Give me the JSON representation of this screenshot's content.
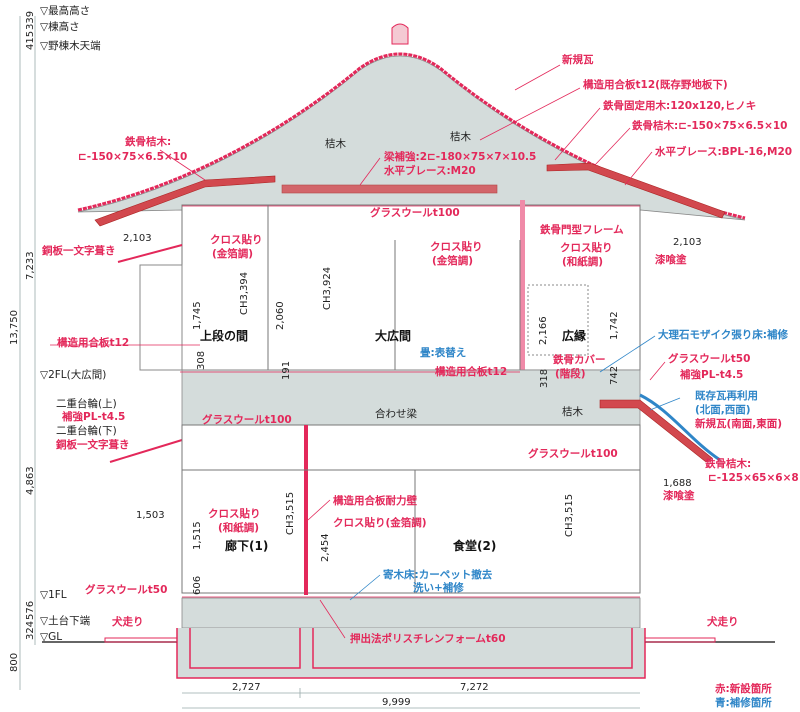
{
  "levels": {
    "top": "▽最高高さ",
    "ridge": "▽棟高さ",
    "rafter_top": "▽野棟木天端",
    "fl2": "▽2FL(大広間)",
    "fl1": "▽1FL",
    "sill": "▽土台下端",
    "gl": "▽GL"
  },
  "dims": {
    "d415": "415",
    "d339": "339",
    "d7233": "7,233",
    "d13750": "13,750",
    "d4863": "4,863",
    "d324": "324",
    "d576": "576",
    "d800": "800",
    "eave_left": "2,103",
    "eave_right": "2,103",
    "d1745": "1,745",
    "ch3394": "CH3,394",
    "d2060": "2,060",
    "ch3924": "CH3,924",
    "d2166": "2,166",
    "d1742": "1,742",
    "d308": "308",
    "d191": "191",
    "d318": "318",
    "d742": "742",
    "d1688": "1,688",
    "d1503": "1,503",
    "d1515": "1,515",
    "ch3515a": "CH3,515",
    "d2454": "2,454",
    "ch3515b": "CH3,515",
    "d606": "606",
    "d2727": "2,727",
    "d7272": "7,272",
    "d9999": "9,999"
  },
  "rooms": {
    "jodan": "上段の間",
    "ohiroma": "大広間",
    "hiroen": "広縁",
    "awase": "合わせ梁",
    "hanegi1": "桔木",
    "hanegi2": "桔木",
    "hanegi3": "桔木",
    "roka": "廊下(1)",
    "shokudo": "食堂(2)"
  },
  "new_notes": {
    "steel_hanegi_left_1": "鉄骨桔木:",
    "steel_hanegi_left_2": "⊏-150×75×6.5×10",
    "beam_reinf_1": "梁補強:2⊏-180×75×7×10.5",
    "beam_reinf_2": "水平ブレース:M20",
    "new_tile": "新規瓦",
    "plywood_roof": "構造用合板t12(既存野地板下)",
    "fix_wood": "鉄骨固定用木:120x120,ヒノキ",
    "steel_hanegi_right": "鉄骨桔木:⊏-150×75×6.5×10",
    "h_brace": "水平ブレース:BPL-16,M20",
    "gw_roof": "グラスウールt100",
    "copper_upper": "銅板一文字葺き",
    "cloth_gold_1a": "クロス貼り",
    "cloth_gold_1b": "(金箔調)",
    "cloth_gold_2a": "クロス貼り",
    "cloth_gold_2b": "(金箔調)",
    "steel_frame": "鉄骨門型フレーム",
    "cloth_washi_1a": "クロス貼り",
    "cloth_washi_1b": "(和紙調)",
    "plaster_upper": "漆喰塗",
    "plywood_2f_left": "構造用合板t12",
    "daiwa_upper": "二重台輪(上)",
    "pl_left": "補強PL-t4.5",
    "daiwa_lower": "二重台輪(下)",
    "copper_lower": "銅板一文字葺き",
    "gw_floor_left": "グラスウールt100",
    "plywood_2f": "構造用合板t12",
    "steel_cover_1": "鉄骨カバー",
    "steel_cover_2": "(階段)",
    "gw_t50_right": "グラスウールt50",
    "pl_right": "補強PL-t4.5",
    "new_tile_south": "新規瓦(南面,東面)",
    "gw_floor_right": "グラスウールt100",
    "steel_hanegi_lower_1": "鉄骨桔木:",
    "steel_hanegi_lower_2": "⊏-125×65×6×8",
    "plaster_lower": "漆喰塗",
    "cloth_washi_2a": "クロス貼り",
    "cloth_washi_2b": "(和紙調)",
    "shear_wall": "構造用合板耐力壁",
    "cloth_gold_3": "クロス貼り(金箔調)",
    "gw_t50_left": "グラスウールt50",
    "inubashiri_left": "犬走り",
    "inubashiri_right": "犬走り",
    "xps": "押出法ポリスチレンフォームt60"
  },
  "repair_notes": {
    "tatami": "畳:表替え",
    "marble": "大理石モザイク張り床:補修",
    "reuse_tile_1": "既存瓦再利用",
    "reuse_tile_2": "(北面,西面)",
    "parquet_1": "寄木床:カーペット撤去",
    "parquet_2": "洗い+補修"
  },
  "legend": {
    "red": "赤:新設箇所",
    "blue": "青:補修箇所"
  },
  "colors": {
    "new": "#e3285a",
    "repair": "#2f86c8",
    "structure_fill": "#d4dcdb"
  }
}
